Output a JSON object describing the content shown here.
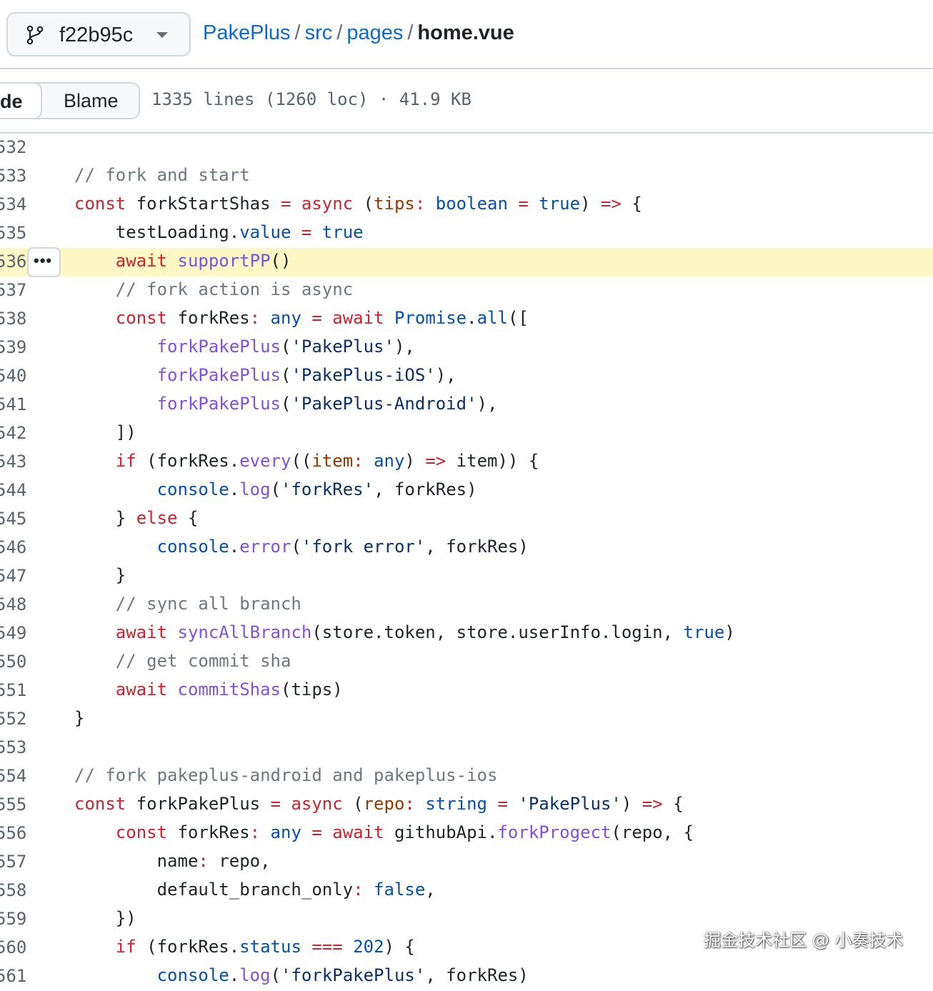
{
  "branch": {
    "name": "f22b95c",
    "icon": "git-branch-icon"
  },
  "breadcrumb": {
    "repo": "PakePlus",
    "dir1": "src",
    "dir2": "pages",
    "file": "home.vue",
    "separator": "/"
  },
  "toolbar": {
    "code_label": "Code",
    "code_visible_fragment": "de",
    "blame_label": "Blame",
    "file_info": "1335 lines (1260 loc) · 41.9 KB"
  },
  "watermark": "掘金技术社区 @ 小奏技术",
  "code": {
    "highlighted_line": "536",
    "lines": [
      {
        "n": "532",
        "t": []
      },
      {
        "n": "533",
        "t": [
          [
            "c",
            "// fork and start"
          ]
        ]
      },
      {
        "n": "534",
        "t": [
          [
            "k",
            "const"
          ],
          [
            "v",
            " forkStartShas "
          ],
          [
            "k",
            "="
          ],
          [
            "v",
            " "
          ],
          [
            "k",
            "async"
          ],
          [
            "v",
            " ("
          ],
          [
            "p",
            "tips"
          ],
          [
            "k",
            ":"
          ],
          [
            "v",
            " "
          ],
          [
            "b",
            "boolean"
          ],
          [
            "v",
            " "
          ],
          [
            "k",
            "="
          ],
          [
            "v",
            " "
          ],
          [
            "b",
            "true"
          ],
          [
            "v",
            ") "
          ],
          [
            "k",
            "=>"
          ],
          [
            "v",
            " {"
          ]
        ]
      },
      {
        "n": "535",
        "t": [
          [
            "v",
            "    testLoading."
          ],
          [
            "b",
            "value"
          ],
          [
            "v",
            " "
          ],
          [
            "k",
            "="
          ],
          [
            "v",
            " "
          ],
          [
            "b",
            "true"
          ]
        ]
      },
      {
        "n": "536",
        "t": [
          [
            "v",
            "    "
          ],
          [
            "k",
            "await"
          ],
          [
            "v",
            " "
          ],
          [
            "f",
            "supportPP"
          ],
          [
            "v",
            "()"
          ]
        ]
      },
      {
        "n": "537",
        "t": [
          [
            "c",
            "    // fork action is async"
          ]
        ]
      },
      {
        "n": "538",
        "t": [
          [
            "v",
            "    "
          ],
          [
            "k",
            "const"
          ],
          [
            "v",
            " forkRes"
          ],
          [
            "k",
            ":"
          ],
          [
            "v",
            " "
          ],
          [
            "b",
            "any"
          ],
          [
            "v",
            " "
          ],
          [
            "k",
            "="
          ],
          [
            "v",
            " "
          ],
          [
            "k",
            "await"
          ],
          [
            "v",
            " "
          ],
          [
            "b",
            "Promise"
          ],
          [
            "v",
            "."
          ],
          [
            "b",
            "all"
          ],
          [
            "v",
            "(["
          ]
        ]
      },
      {
        "n": "539",
        "t": [
          [
            "v",
            "        "
          ],
          [
            "f",
            "forkPakePlus"
          ],
          [
            "v",
            "("
          ],
          [
            "s",
            "'PakePlus'"
          ],
          [
            "v",
            "),"
          ]
        ]
      },
      {
        "n": "540",
        "t": [
          [
            "v",
            "        "
          ],
          [
            "f",
            "forkPakePlus"
          ],
          [
            "v",
            "("
          ],
          [
            "s",
            "'PakePlus-iOS'"
          ],
          [
            "v",
            "),"
          ]
        ]
      },
      {
        "n": "541",
        "t": [
          [
            "v",
            "        "
          ],
          [
            "f",
            "forkPakePlus"
          ],
          [
            "v",
            "("
          ],
          [
            "s",
            "'PakePlus-Android'"
          ],
          [
            "v",
            "),"
          ]
        ]
      },
      {
        "n": "542",
        "t": [
          [
            "v",
            "    ])"
          ]
        ]
      },
      {
        "n": "543",
        "t": [
          [
            "v",
            "    "
          ],
          [
            "k",
            "if"
          ],
          [
            "v",
            " (forkRes."
          ],
          [
            "f",
            "every"
          ],
          [
            "v",
            "(("
          ],
          [
            "p",
            "item"
          ],
          [
            "k",
            ":"
          ],
          [
            "v",
            " "
          ],
          [
            "b",
            "any"
          ],
          [
            "v",
            ") "
          ],
          [
            "k",
            "=>"
          ],
          [
            "v",
            " item)) {"
          ]
        ]
      },
      {
        "n": "544",
        "t": [
          [
            "v",
            "        "
          ],
          [
            "b",
            "console"
          ],
          [
            "v",
            "."
          ],
          [
            "f",
            "log"
          ],
          [
            "v",
            "("
          ],
          [
            "s",
            "'forkRes'"
          ],
          [
            "v",
            ", forkRes)"
          ]
        ]
      },
      {
        "n": "545",
        "t": [
          [
            "v",
            "    } "
          ],
          [
            "k",
            "else"
          ],
          [
            "v",
            " {"
          ]
        ]
      },
      {
        "n": "546",
        "t": [
          [
            "v",
            "        "
          ],
          [
            "b",
            "console"
          ],
          [
            "v",
            "."
          ],
          [
            "f",
            "error"
          ],
          [
            "v",
            "("
          ],
          [
            "s",
            "'fork error'"
          ],
          [
            "v",
            ", forkRes)"
          ]
        ]
      },
      {
        "n": "547",
        "t": [
          [
            "v",
            "    }"
          ]
        ]
      },
      {
        "n": "548",
        "t": [
          [
            "c",
            "    // sync all branch"
          ]
        ]
      },
      {
        "n": "549",
        "t": [
          [
            "v",
            "    "
          ],
          [
            "k",
            "await"
          ],
          [
            "v",
            " "
          ],
          [
            "f",
            "syncAllBranch"
          ],
          [
            "v",
            "(store.token, store.userInfo.login, "
          ],
          [
            "b",
            "true"
          ],
          [
            "v",
            ")"
          ]
        ]
      },
      {
        "n": "550",
        "t": [
          [
            "c",
            "    // get commit sha"
          ]
        ]
      },
      {
        "n": "551",
        "t": [
          [
            "v",
            "    "
          ],
          [
            "k",
            "await"
          ],
          [
            "v",
            " "
          ],
          [
            "f",
            "commitShas"
          ],
          [
            "v",
            "(tips)"
          ]
        ]
      },
      {
        "n": "552",
        "t": [
          [
            "v",
            "}"
          ]
        ]
      },
      {
        "n": "553",
        "t": []
      },
      {
        "n": "554",
        "t": [
          [
            "c",
            "// fork pakeplus-android and pakeplus-ios"
          ]
        ]
      },
      {
        "n": "555",
        "t": [
          [
            "k",
            "const"
          ],
          [
            "v",
            " forkPakePlus "
          ],
          [
            "k",
            "="
          ],
          [
            "v",
            " "
          ],
          [
            "k",
            "async"
          ],
          [
            "v",
            " ("
          ],
          [
            "p",
            "repo"
          ],
          [
            "k",
            ":"
          ],
          [
            "v",
            " "
          ],
          [
            "b",
            "string"
          ],
          [
            "v",
            " "
          ],
          [
            "k",
            "="
          ],
          [
            "v",
            " "
          ],
          [
            "s",
            "'PakePlus'"
          ],
          [
            "v",
            ") "
          ],
          [
            "k",
            "=>"
          ],
          [
            "v",
            " {"
          ]
        ]
      },
      {
        "n": "556",
        "t": [
          [
            "v",
            "    "
          ],
          [
            "k",
            "const"
          ],
          [
            "v",
            " forkRes"
          ],
          [
            "k",
            ":"
          ],
          [
            "v",
            " "
          ],
          [
            "b",
            "any"
          ],
          [
            "v",
            " "
          ],
          [
            "k",
            "="
          ],
          [
            "v",
            " "
          ],
          [
            "k",
            "await"
          ],
          [
            "v",
            " githubApi."
          ],
          [
            "f",
            "forkProgect"
          ],
          [
            "v",
            "(repo, {"
          ]
        ]
      },
      {
        "n": "557",
        "t": [
          [
            "v",
            "        name"
          ],
          [
            "k",
            ":"
          ],
          [
            "v",
            " repo,"
          ]
        ]
      },
      {
        "n": "558",
        "t": [
          [
            "v",
            "        default_branch_only"
          ],
          [
            "k",
            ":"
          ],
          [
            "v",
            " "
          ],
          [
            "b",
            "false"
          ],
          [
            "v",
            ","
          ]
        ]
      },
      {
        "n": "559",
        "t": [
          [
            "v",
            "    })"
          ]
        ]
      },
      {
        "n": "560",
        "t": [
          [
            "v",
            "    "
          ],
          [
            "k",
            "if"
          ],
          [
            "v",
            " (forkRes."
          ],
          [
            "b",
            "status"
          ],
          [
            "v",
            " "
          ],
          [
            "k",
            "==="
          ],
          [
            "v",
            " "
          ],
          [
            "b",
            "202"
          ],
          [
            "v",
            ") {"
          ]
        ]
      },
      {
        "n": "561",
        "t": [
          [
            "v",
            "        "
          ],
          [
            "b",
            "console"
          ],
          [
            "v",
            "."
          ],
          [
            "f",
            "log"
          ],
          [
            "v",
            "("
          ],
          [
            "s",
            "'forkPakePlus'"
          ],
          [
            "v",
            ", forkRes)"
          ]
        ]
      }
    ]
  }
}
